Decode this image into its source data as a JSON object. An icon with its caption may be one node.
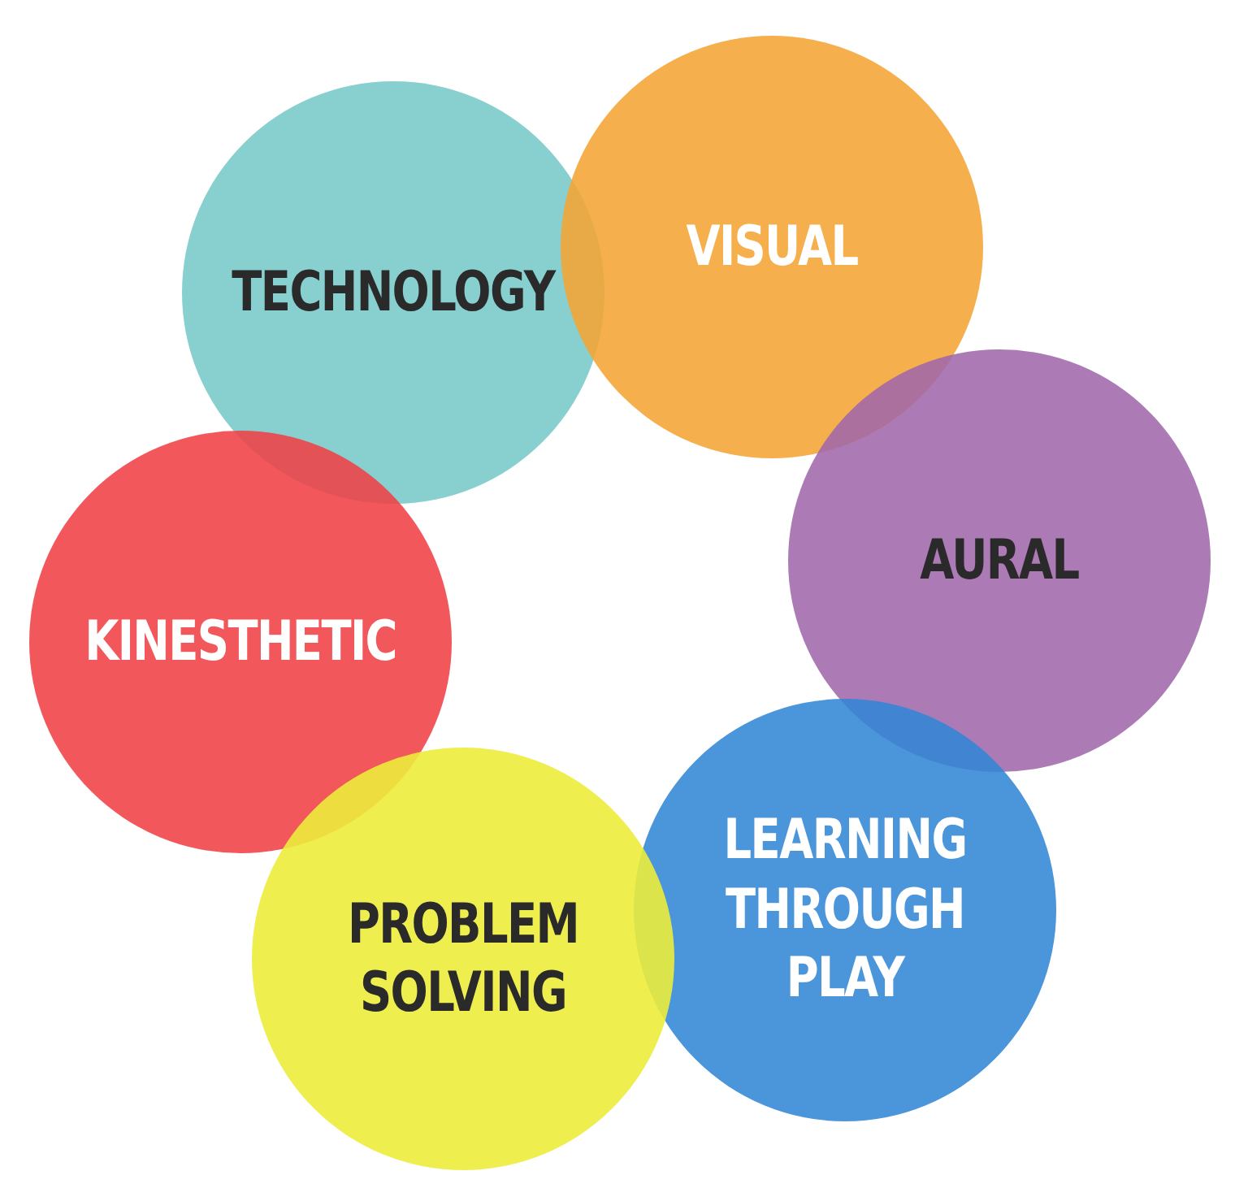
{
  "diagram": {
    "nodes": [
      {
        "text": [
          "TECHNOLOGY"
        ]
      },
      {
        "text": [
          "VISUAL"
        ]
      },
      {
        "text": [
          "AURAL"
        ]
      },
      {
        "text": [
          "KINESTHETIC"
        ]
      },
      {
        "text": [
          "LEARNING THROUGH PLAY"
        ]
      },
      {
        "text": [
          "PROBLEM SOLVING"
        ]
      }
    ]
  }
}
